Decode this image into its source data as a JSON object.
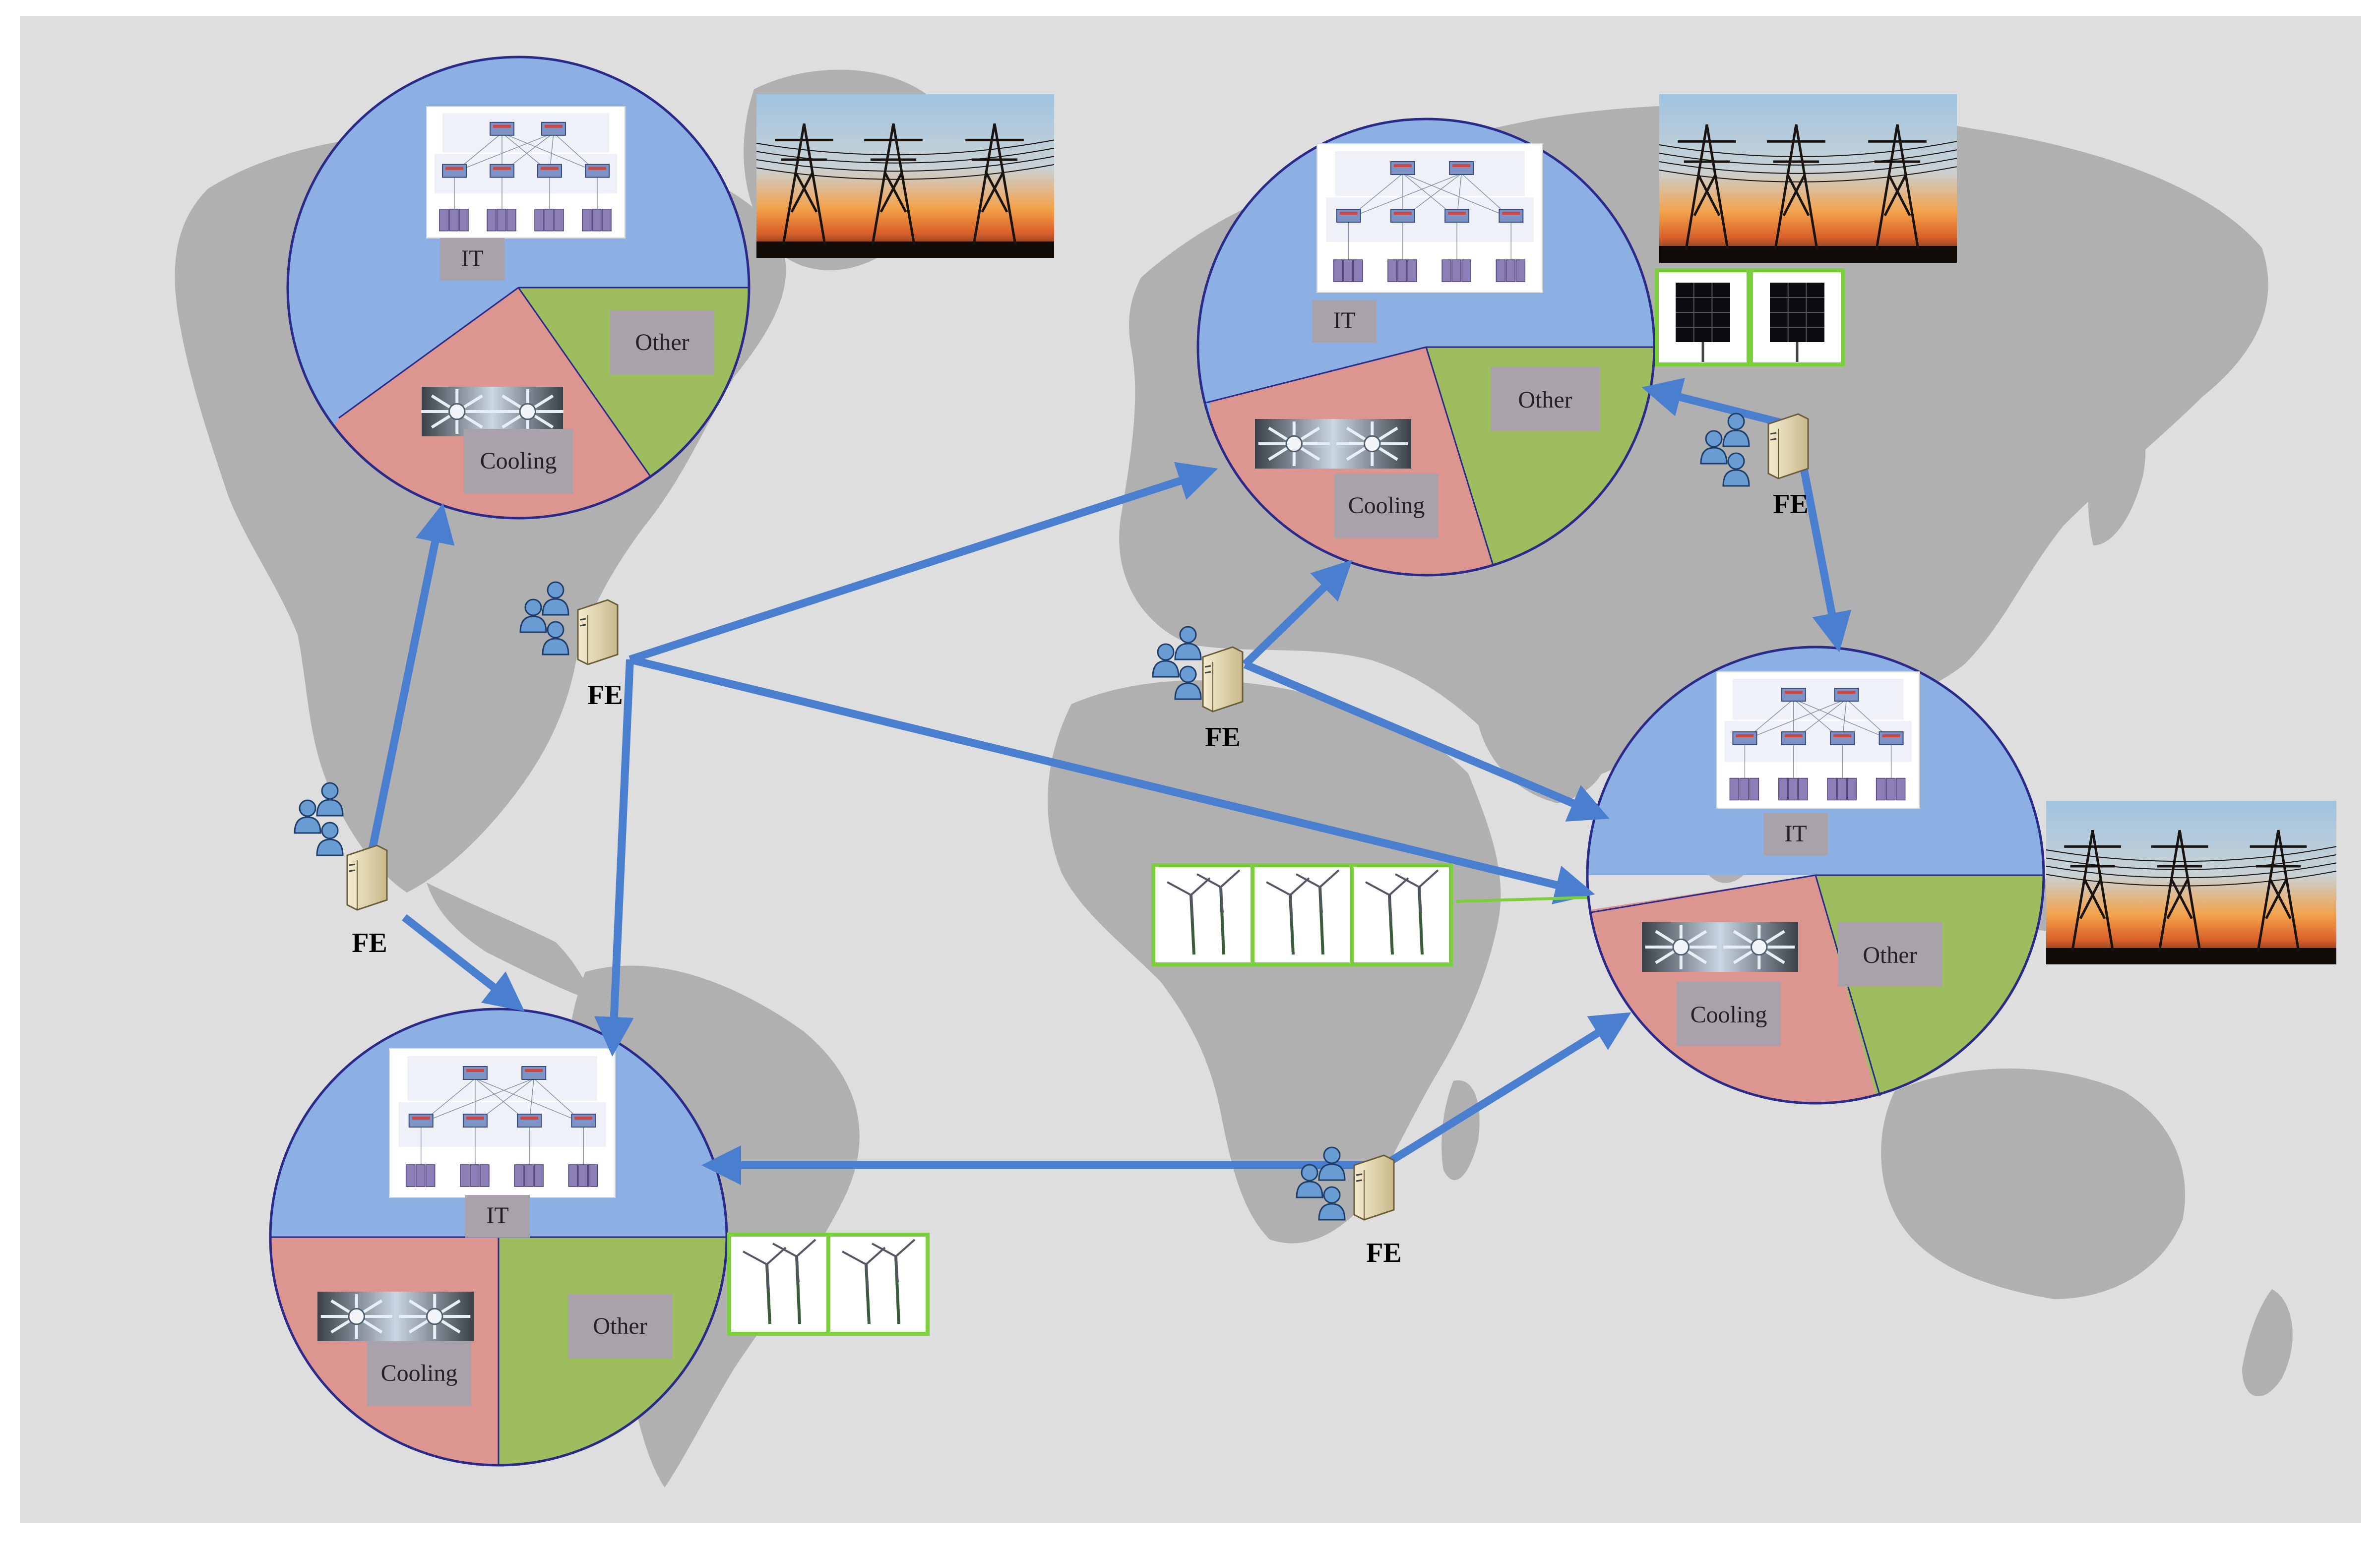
{
  "colors": {
    "background": "#dedede",
    "land": "#b0b0b0",
    "it": "#8db0e4",
    "cooling": "#dd9590",
    "other": "#9dbd5e",
    "pie_border": "#2a2a8a",
    "arrow": "#4a7fd0",
    "label_box": "#a9a2ab",
    "renewable_border": "#7ccf3c"
  },
  "datacenters": [
    {
      "id": "north-america",
      "it": "IT",
      "cooling": "Cooling",
      "other": "Other",
      "grid": true,
      "solar": 0,
      "wind": 0
    },
    {
      "id": "europe",
      "it": "IT",
      "cooling": "Cooling",
      "other": "Other",
      "grid": true,
      "solar": 2,
      "wind": 0
    },
    {
      "id": "south-america",
      "it": "IT",
      "cooling": "Cooling",
      "other": "Other",
      "grid": false,
      "solar": 0,
      "wind": 2
    },
    {
      "id": "asia",
      "it": "IT",
      "cooling": "Cooling",
      "other": "Other",
      "grid": true,
      "solar": 0,
      "wind": 3
    }
  ],
  "front_ends": [
    {
      "id": "us-west",
      "label": "FE"
    },
    {
      "id": "us-east",
      "label": "FE"
    },
    {
      "id": "mediterranean",
      "label": "FE"
    },
    {
      "id": "russia",
      "label": "FE"
    },
    {
      "id": "south-africa",
      "label": "FE"
    }
  ],
  "icons": [
    "user-group-icon",
    "server-icon",
    "transmission-tower-icon",
    "solar-panel-icon",
    "wind-turbine-icon",
    "cooling-fan-icon",
    "network-topology-icon"
  ]
}
